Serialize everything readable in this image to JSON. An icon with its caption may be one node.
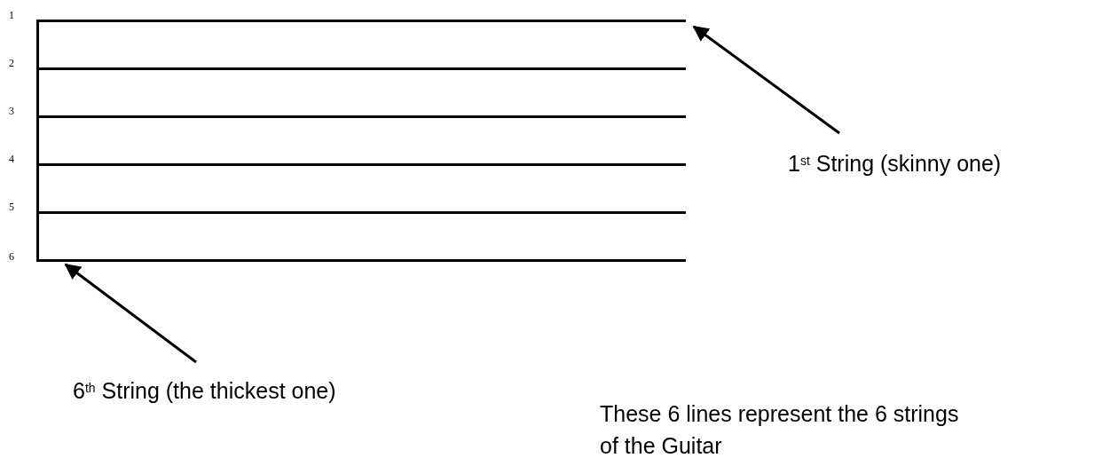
{
  "diagram": {
    "nodes": [
      {
        "text": [],
        "shape": "bar"
      },
      {
        "text": [],
        "shape": "bar"
      },
      {
        "text": [],
        "shape": "bar"
      },
      {
        "text": [],
        "shape": "bar"
      },
      {
        "text": [],
        "shape": "bar"
      },
      {
        "text": [],
        "shape": "bar"
      },
      {
        "text": [
          "1$^{st}$ String (skinny one)"
        ]
      },
      {
        "text": [
          "6$^{th}$ String (the thickest one)"
        ]
      }
    ],
    "edges": [
      {
        "from": 6,
        "to": 0,
        "arrow": "to"
      },
      {
        "from": 7,
        "to": 5,
        "arrow": "to"
      }
    ],
    "labels": [
      "1",
      "2",
      "3",
      "4",
      "5",
      "6",
      "These 6 lines represent the 6 strings of the Guitar"
    ]
  }
}
